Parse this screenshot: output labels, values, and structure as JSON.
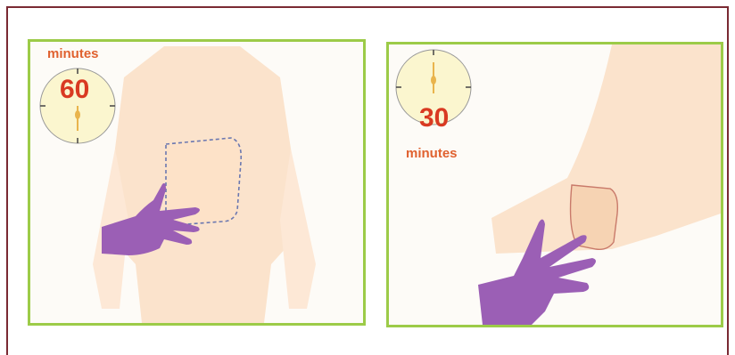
{
  "panels": [
    {
      "id": "abdomen",
      "timer": {
        "value": "60",
        "unit": "minutes"
      },
      "icons": [
        "stopwatch-icon",
        "torso-illustration",
        "patch-outline-icon",
        "gloved-hand-icon"
      ]
    },
    {
      "id": "thigh",
      "timer": {
        "value": "30",
        "unit": "minutes"
      },
      "icons": [
        "stopwatch-icon",
        "thigh-illustration",
        "patch-icon",
        "gloved-hand-icon"
      ]
    }
  ],
  "colors": {
    "frame_border": "#7a2a33",
    "panel_border": "#9ccb48",
    "skin": "#fbe3cc",
    "glove": "#9b5fb5",
    "timer_text": "#e0612f",
    "dial_face": "#fbf6cf"
  }
}
